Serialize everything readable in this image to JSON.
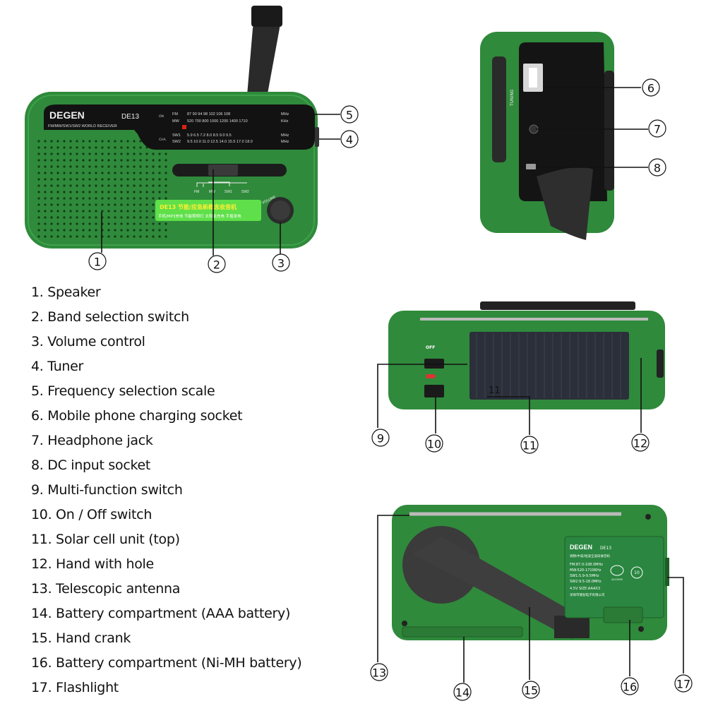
{
  "legend": [
    "1. Speaker",
    "2. Band selection switch",
    "3. Volume control",
    "4. Tuner",
    "5. Frequency selection scale",
    "6. Mobile phone charging socket",
    "7. Headphone jack",
    "8. DC input socket",
    "9. Multi-function switch",
    "10. On / Off switch",
    "11. Solar cell unit (top)",
    "12. Hand with hole",
    "13. Telescopic antenna",
    "14. Battery compartment (AAA battery)",
    "15. Hand crank",
    "16. Battery compartment (Ni-MH battery)",
    "17. Flashlight"
  ],
  "callouts": [
    "1",
    "2",
    "3",
    "4",
    "5",
    "6",
    "7",
    "8",
    "9",
    "10",
    "11",
    "12",
    "13",
    "14",
    "15",
    "16",
    "17"
  ],
  "front": {
    "brand": "DEGEN",
    "model": "DE13",
    "subtitle": "FM/MW/SW1/SW2 WORLD RECEIVER",
    "on_label": "ON",
    "cha_label": "CHA.",
    "fm_row": {
      "label": "FM",
      "values": "87   90    94    98   102  106 108",
      "unit": "MHz"
    },
    "mw_row": {
      "label": "MW",
      "values": "520 700 800  1000 1200  1400    1710",
      "unit": "KHz"
    },
    "sw1_row": {
      "label": "SW1",
      "values": "5.9    6.5    7.2    8.0  8.5  9.0  9.5",
      "unit": "MHz"
    },
    "sw2_row": {
      "label": "SW2",
      "values": "9.5 10.0 11.0 12.5  14.0 15.5 17.0 18.0",
      "unit": "MHz"
    },
    "bands": [
      "FM",
      "MW",
      "SW1",
      "SW2"
    ],
    "volume_label": "VOLUME",
    "sticker_line1": "DE13 节能/应急新概念收音机",
    "sticker_line2": "手机/MP3充电 节能照明灯 太阳能充电 手摇发电"
  },
  "side": {
    "tuning_label": "TUNING"
  },
  "top": {
    "off_label": "OFF",
    "solar_number": "11"
  },
  "back": {
    "brand": "DEGEN",
    "model": "DE13",
    "desc": "调频/中波/短波全波段收音机",
    "specs": [
      "FM:87.0-108.0MHz",
      "MW:520-1710KHz",
      "SW1:5.9-9.5MHz",
      "SW2:9.5-18.0MHz"
    ],
    "power": "4.5V  SIZE:AAAX3",
    "maker": "深圳市德劲电子有限公司",
    "cert": "A415056",
    "badge": "10"
  },
  "colors": {
    "body": "#2f8a3b",
    "body_dark": "#1f6a2b",
    "panel": "#121212",
    "sticker": "#5fe04a",
    "callout_stroke": "#111111"
  }
}
